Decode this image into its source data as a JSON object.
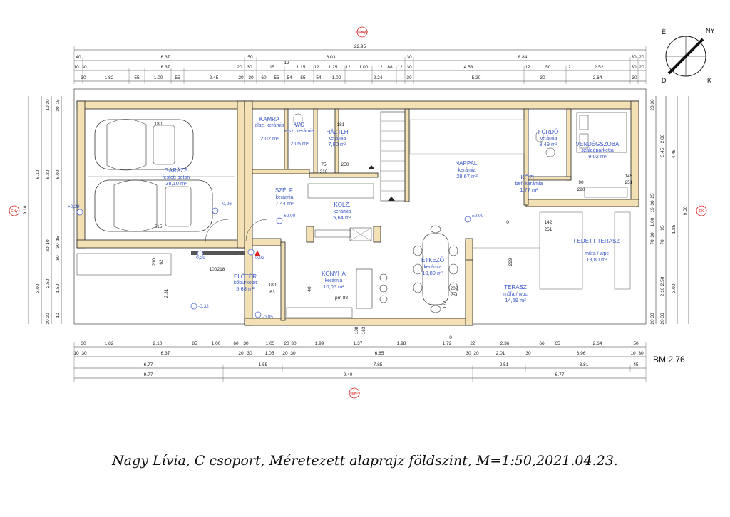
{
  "caption": "Nagy Lívia, C csoport, Méretezett alaprajz földszint, M=1:50,2021.04.23.",
  "benchmark": "BM:2.76",
  "compass": {
    "labels": [
      "É",
      "D",
      "K",
      "NY"
    ]
  },
  "orientation_marks": {
    "top": "ÉNy",
    "bottom": "DK",
    "left": "ÉNy",
    "right": "ÉK"
  },
  "rooms": [
    {
      "id": "garazs",
      "name": "GARÁZS",
      "floor": "festett beton",
      "area": "38,10 m²"
    },
    {
      "id": "kamra",
      "name": "KAMRA",
      "floor": "elsz. kerámia",
      "area": "2,02 m²"
    },
    {
      "id": "wc",
      "name": "WC",
      "floor": "elsz. kerámia",
      "area": "2,05 m²"
    },
    {
      "id": "haztar",
      "name": "HÁZTLH",
      "floor": "kerámia",
      "area": "7,80 m²"
    },
    {
      "id": "nappali",
      "name": "NAPPALI",
      "floor": "kerámia",
      "area": "28,67 m²"
    },
    {
      "id": "furdo",
      "name": "FÜRDŐ",
      "floor": "kerámia",
      "area": "3,49 m²"
    },
    {
      "id": "vendeg",
      "name": "VENDÉGSZOBA",
      "floor": "szalagparketta",
      "area": "9,02 m²"
    },
    {
      "id": "kozl",
      "name": "KÖZL.",
      "floor": "bef. kerámia",
      "area": "1,77 m²"
    },
    {
      "id": "szelf",
      "name": "SZÉLF.",
      "floor": "kerámia",
      "area": "7,44 m²"
    },
    {
      "id": "kolz",
      "name": "KÖLZ.",
      "floor": "kerámia",
      "area": "5,64 m²"
    },
    {
      "id": "eloter",
      "name": "ELŐTÉR",
      "floor": "kőburkolat",
      "area": "5,68 m²"
    },
    {
      "id": "konyha",
      "name": "KONYHA",
      "floor": "kerámia",
      "area": "10,05 m²"
    },
    {
      "id": "etkezo",
      "name": "ÉTKEZŐ",
      "floor": "kerámia",
      "area": "10,89 m²"
    },
    {
      "id": "terasz",
      "name": "TERASZ",
      "floor": "műfa / wpc",
      "area": "14,59 m²"
    },
    {
      "id": "fedett",
      "name": "FEDETT TERASZ",
      "floor": "műfa / wpc",
      "area": "13,80 m²"
    }
  ],
  "top_dims": {
    "overall": "22,95",
    "row1": [
      "40",
      "6.37",
      "50",
      "6.03",
      "30",
      "8.84",
      "30",
      "20"
    ],
    "row2": [
      "10",
      "30",
      "6.37",
      "20",
      "30",
      "1.15",
      "12",
      "1.15",
      "12",
      "1.25",
      "12",
      "1.00",
      "12",
      "88",
      "12",
      "30",
      "4.58",
      "12",
      "1.50",
      "12",
      "2.52",
      "30",
      "20"
    ],
    "row3": [
      "30",
      "1.82",
      "55",
      "1.00",
      "55",
      "2.45",
      "20",
      "30",
      "60",
      "55",
      "54",
      "55",
      "54",
      "1.00",
      "2.24",
      "30",
      "5.20",
      "30",
      "2.64",
      "30"
    ]
  },
  "bottom_dims": {
    "row1": [
      "30",
      "1.82",
      "2.10",
      "85",
      "1.00",
      "60",
      "30",
      "1.05",
      "20",
      "30",
      "1.99",
      "1.37",
      "1.98",
      "1.72",
      "22",
      "2.36",
      "66",
      "65",
      "2.64",
      "50"
    ],
    "row2": [
      "10",
      "30",
      "6.37",
      "20",
      "30",
      "1.05",
      "20",
      "30",
      "6.85",
      "30",
      "20",
      "2.01",
      "30",
      "3.96",
      "10",
      "30"
    ],
    "row3": [
      "6.77",
      "1.55",
      "7.85",
      "2.51",
      "3.81",
      "45"
    ],
    "row4": [
      "9.77",
      "9.40",
      "6.77"
    ]
  },
  "left_dims": {
    "outer": "9.10",
    "col1": [
      "6.10",
      "3.00"
    ],
    "col2": [
      "30",
      "10",
      "5.30",
      "10",
      "30",
      "2.50",
      "20",
      "30"
    ],
    "col3": [
      "15",
      "30",
      "5.00",
      "80",
      "15",
      "30",
      "10",
      "1.50"
    ]
  },
  "right_dims": {
    "outer": "9.00",
    "col1": [
      "4.45",
      "1.85",
      "3.00"
    ],
    "col2": [
      "2.00",
      "3.45",
      "95",
      "70",
      "2.50",
      "2.10",
      "30",
      "20"
    ],
    "col3": [
      "30",
      "20",
      "25",
      "30",
      "1.00",
      "15",
      "30",
      "70",
      "30",
      "20"
    ]
  },
  "levels": [
    "+0,29",
    "-0,26",
    "±0,00",
    "±0,00",
    "-0,02",
    "-0,05",
    "-0,32",
    "-0,29"
  ],
  "misc_labels": [
    "180",
    "515",
    "210",
    "62",
    "100",
    "218",
    "2.31",
    "181",
    "75",
    "210",
    "250",
    "90",
    "220",
    "145",
    "251",
    "142",
    "251",
    "229",
    "172",
    "202",
    "251",
    "138",
    "163",
    "180",
    "63",
    "pm 88",
    "40",
    "0",
    "0"
  ]
}
